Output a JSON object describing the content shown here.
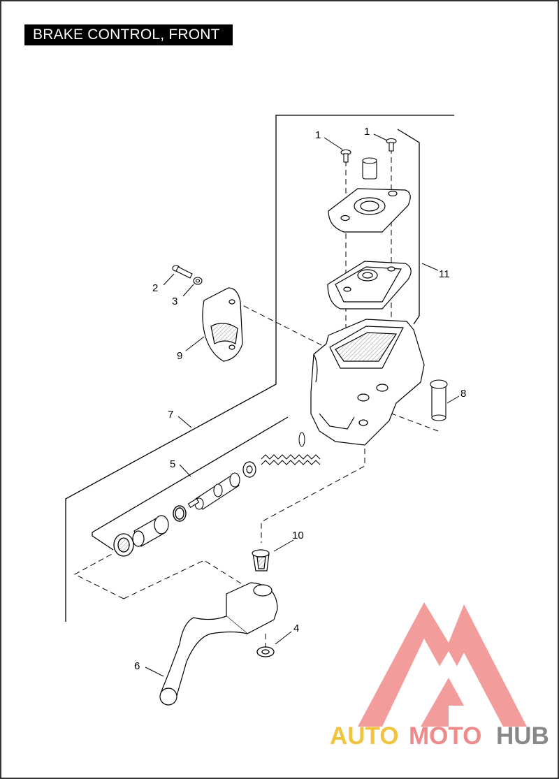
{
  "title": "BRAKE CONTROL, FRONT",
  "callouts": [
    {
      "id": "callout-1a",
      "label": "1"
    },
    {
      "id": "callout-1b",
      "label": "1"
    },
    {
      "id": "callout-2",
      "label": "2"
    },
    {
      "id": "callout-3",
      "label": "3"
    },
    {
      "id": "callout-4",
      "label": "4"
    },
    {
      "id": "callout-5",
      "label": "5"
    },
    {
      "id": "callout-6",
      "label": "6"
    },
    {
      "id": "callout-7",
      "label": "7"
    },
    {
      "id": "callout-8",
      "label": "8"
    },
    {
      "id": "callout-9",
      "label": "9"
    },
    {
      "id": "callout-10",
      "label": "10"
    },
    {
      "id": "callout-11",
      "label": "11"
    }
  ],
  "watermark": {
    "part1": "AUTO",
    "part2": "MOTO",
    "part3": "HUB",
    "colors": {
      "auto": "#f2c43c",
      "moto": "#ee8a8a",
      "hub": "#888888",
      "logo": "#ef7777"
    }
  }
}
